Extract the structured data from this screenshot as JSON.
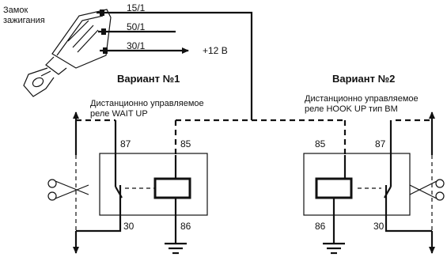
{
  "ignition": {
    "label_line1": "Замок",
    "label_line2": "зажигания",
    "terminals": [
      "15/1",
      "50/1",
      "30/1"
    ],
    "supply": "+12 В"
  },
  "variant1": {
    "title": "Вариант №1",
    "desc_line1": "Дистанционно управляемое",
    "desc_line2": "реле WAIT UP",
    "pin_87": "87",
    "pin_85": "85",
    "pin_30": "30",
    "pin_86": "86"
  },
  "variant2": {
    "title": "Вариант №2",
    "desc_line1": "Дистанционно управляемое",
    "desc_line2": "реле HOOK UP тип BM",
    "pin_85": "85",
    "pin_87": "87",
    "pin_86": "86",
    "pin_30": "30"
  }
}
